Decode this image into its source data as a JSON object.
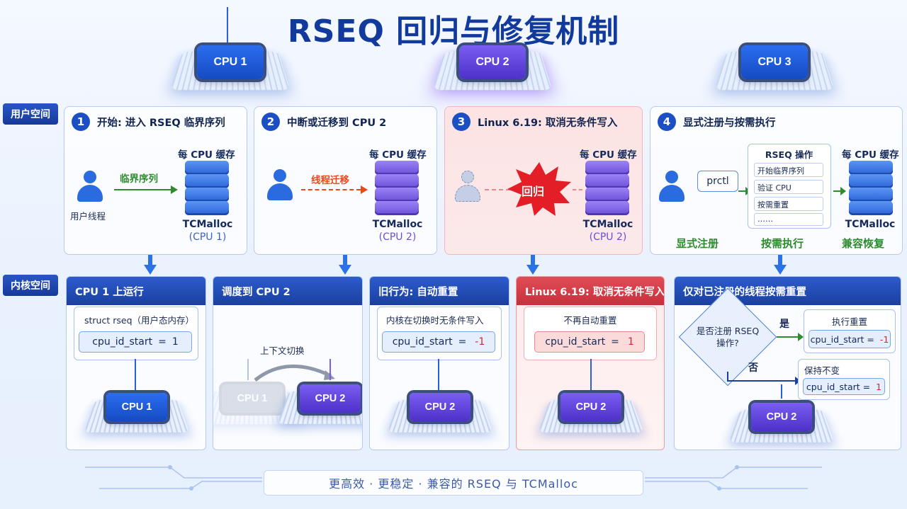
{
  "title": "RSEQ 回归与修复机制",
  "top_cpus": [
    "CPU 1",
    "CPU 2",
    "CPU 3"
  ],
  "side_labels": {
    "user": "用户空间",
    "kernel": "内核空间"
  },
  "panels": [
    {
      "num": "1",
      "title": "开始: 进入 RSEQ 临界序列",
      "cache_label": "每 CPU 缓存",
      "user_label": "用户线程",
      "arrow_label": "临界序列",
      "tcmalloc": "TCMalloc",
      "cpu": "(CPU 1)"
    },
    {
      "num": "2",
      "title": "中断或迁移到 CPU 2",
      "cache_label": "每 CPU 缓存",
      "arrow_label": "线程迁移",
      "tcmalloc": "TCMalloc",
      "cpu": "(CPU 2)"
    },
    {
      "num": "3",
      "title": "Linux 6.19: 取消无条件写入",
      "cache_label": "每 CPU 缓存",
      "burst_label": "回归",
      "tcmalloc": "TCMalloc",
      "cpu": "(CPU 2)"
    },
    {
      "num": "4",
      "title": "显式注册与按需执行",
      "prctl": "prctl",
      "ops_title": "RSEQ 操作",
      "ops": [
        "开始临界序列",
        "验证 CPU",
        "按需重置",
        "……"
      ],
      "cache_label": "每 CPU 缓存",
      "tcmalloc": "TCMalloc",
      "bottom": [
        "显式注册",
        "按需执行",
        "兼容恢复"
      ]
    }
  ],
  "kernel": [
    {
      "title": "CPU 1 上运行",
      "box_title": "struct rseq（用户态内存）",
      "field": "cpu_id_start",
      "eq": "=",
      "value": "1",
      "chip": "CPU 1"
    },
    {
      "title": "调度到 CPU 2",
      "switch_label": "上下文切换",
      "chip_from": "CPU 1",
      "chip_to": "CPU 2"
    },
    {
      "title": "旧行为: 自动重置",
      "box_title": "内核在切换时无条件写入",
      "field": "cpu_id_start",
      "eq": "=",
      "value": "-1",
      "chip": "CPU 2"
    },
    {
      "title": "Linux 6.19: 取消无条件写入",
      "box_title": "不再自动重置",
      "field": "cpu_id_start",
      "eq": "=",
      "value": "1",
      "chip": "CPU 2"
    },
    {
      "title": "仅对已注册的线程按需重置",
      "question": "是否注册 RSEQ 操作?",
      "yes": "是",
      "no": "否",
      "yes_title": "执行重置",
      "yes_field": "cpu_id_start",
      "yes_value": "-1",
      "no_title": "保持不变",
      "no_field": "cpu_id_start",
      "no_value": "1",
      "chip": "CPU 2"
    }
  ],
  "footer": "更高效 · 更稳定 · 兼容的 RSEQ 与 TCMalloc",
  "colors": {
    "blue": "#1d4fc4",
    "purple": "#6a4ed8",
    "red": "#d5262f",
    "green": "#2e8b2e",
    "orange": "#e84a1c"
  }
}
